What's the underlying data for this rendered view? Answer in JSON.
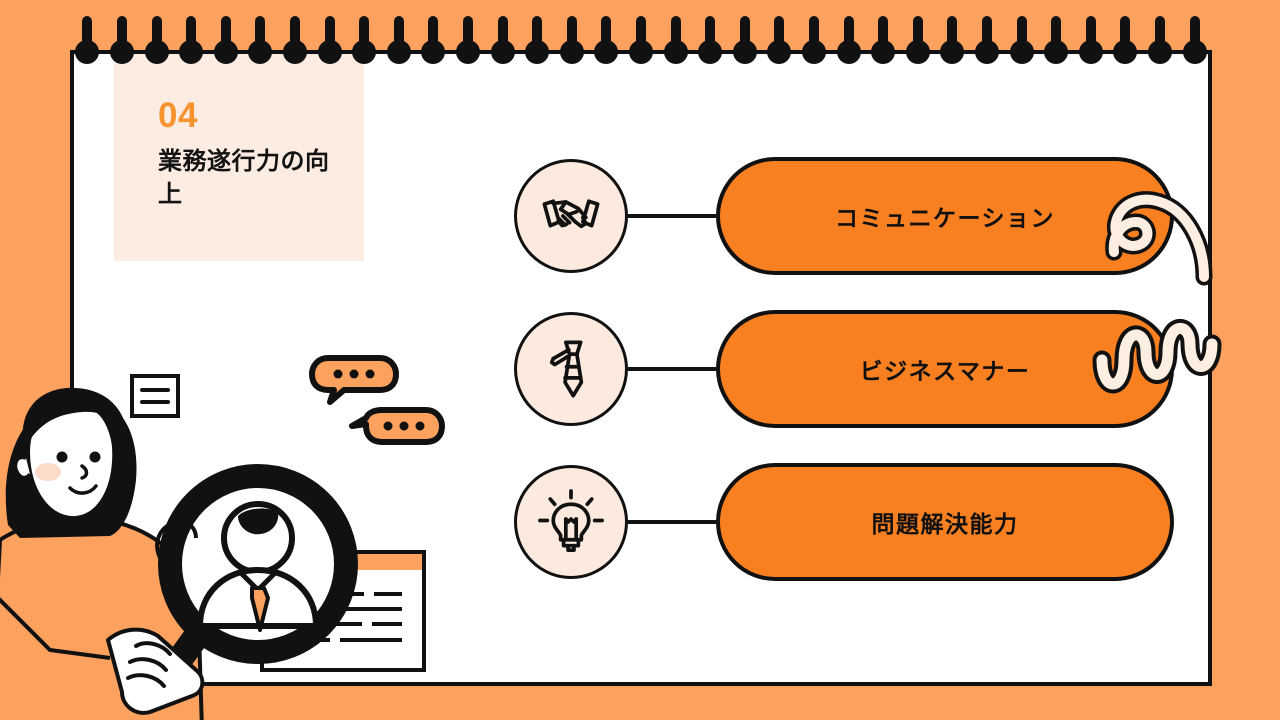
{
  "slide": {
    "background_color": "#fca15e",
    "page_color": "#ffffff",
    "accent_color": "#f98020",
    "panel_color": "#fdece1",
    "icon_circle_color": "#fdeade",
    "outline_color": "#111111",
    "spiral_ring_count": 33
  },
  "title": {
    "number": "04",
    "heading": "業務遂行力の向上"
  },
  "items": [
    {
      "icon": "handshake-icon",
      "label": "コミュニケーション"
    },
    {
      "icon": "necktie-icon",
      "label": "ビジネスマナー"
    },
    {
      "icon": "lightbulb-icon",
      "label": "問題解決能力"
    }
  ],
  "decorations": [
    {
      "name": "spiral-curl-doodle",
      "color": "#fdeee2"
    },
    {
      "name": "wavy-ribbon-doodle",
      "color": "#fdeee2"
    }
  ],
  "illustration": {
    "name": "woman-with-magnifier-illustration",
    "parts": [
      "woman-figure",
      "magnifying-glass",
      "person-avatar-in-lens",
      "speech-bubble-upper",
      "speech-bubble-lower",
      "menu-square-icon",
      "document-card"
    ]
  }
}
